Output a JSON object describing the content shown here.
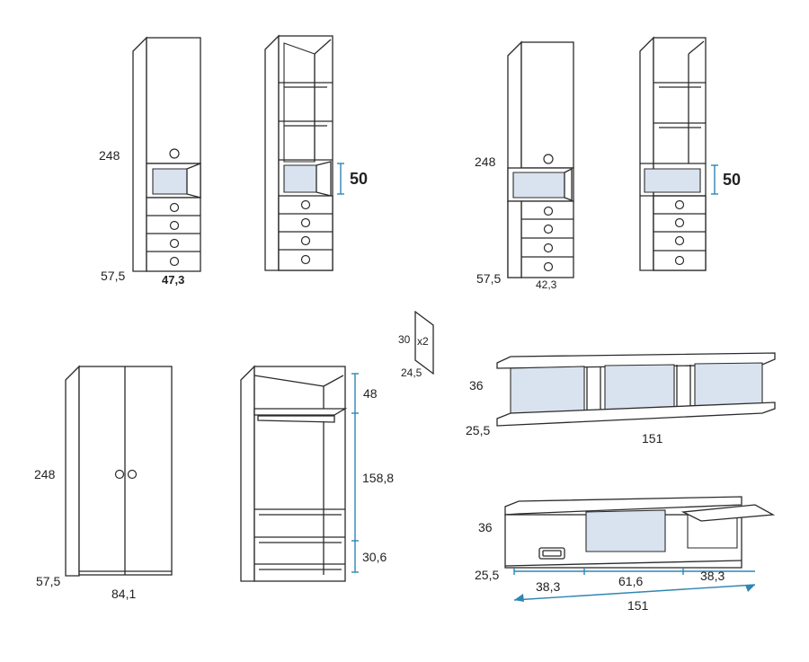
{
  "units": {
    "u1": {
      "height": "248",
      "depth": "57,5",
      "width": "47,3"
    },
    "u2": {
      "niche": "50"
    },
    "u3": {
      "height": "248",
      "depth": "57,5",
      "width": "42,3"
    },
    "u4": {
      "niche": "50"
    },
    "shelf_panel": {
      "height": "30",
      "depth": "24,5",
      "qty": "x2"
    },
    "wardrobe": {
      "height": "248",
      "depth": "57,5",
      "width": "84,1"
    },
    "wardrobe_open": {
      "top": "48",
      "middle": "158,8",
      "bottom": "30,6"
    },
    "wall_shelf": {
      "height": "36",
      "depth": "25,5",
      "width": "151"
    },
    "tv_unit": {
      "height": "36",
      "depth": "25,5",
      "w_left": "38,3",
      "w_mid": "61,6",
      "w_right": "38,3",
      "total": "151"
    }
  },
  "colors": {
    "line": "#2b2b2b",
    "inner": "#d9e3ef",
    "dimension": "#2e86b3"
  }
}
